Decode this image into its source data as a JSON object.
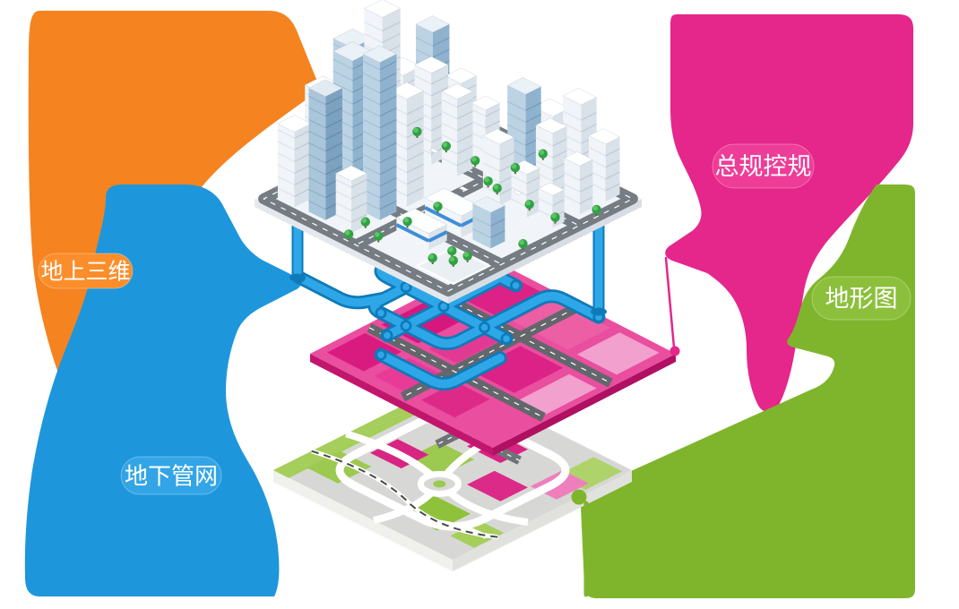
{
  "diagram": {
    "background_color": "#FFFFFF",
    "description_labels": [
      "地上三维",
      "地下管网",
      "总规控规",
      "地形图"
    ],
    "callouts": [
      {
        "id": "above-ground-3d",
        "label": "地上三维",
        "swoosh_color": "#F5831F",
        "pill_color": "#FB8E2B",
        "position": "top-left",
        "connects_to": "city-3d-layer"
      },
      {
        "id": "underground-pipes",
        "label": "地下管网",
        "swoosh_color": "#1E96DC",
        "pill_color": "#33A5E6",
        "position": "bottom-left",
        "connects_to": "pipe-network-layer"
      },
      {
        "id": "master-regulatory-plan",
        "label": "总规控规",
        "swoosh_color": "#E5268A",
        "pill_color": "#EE3D98",
        "position": "top-right",
        "connects_to": "planning-layer"
      },
      {
        "id": "terrain-map",
        "label": "地形图",
        "swoosh_color": "#7FB52C",
        "pill_color": "#8CC03C",
        "position": "right",
        "connects_to": "terrain-map-layer"
      }
    ],
    "layers": [
      {
        "id": "city-3d-layer",
        "order": 1,
        "ground_color": "#F1F4F8",
        "road_color": "#757C83",
        "tree_color": "#2FA244"
      },
      {
        "id": "pipe-network-layer",
        "order": 2,
        "pipe_color": "#2EA7E9",
        "pipe_casing_color": "#0F7AB8"
      },
      {
        "id": "planning-layer",
        "order": 3,
        "base_color": "#E94E9F",
        "road_color": "#63676B",
        "block_colors": [
          "#DC2286",
          "#EC5FA5",
          "#F2A0CD",
          "#D6187E",
          "#E23A92",
          "#D91B80",
          "#E83A97",
          "#DD2A89"
        ]
      },
      {
        "id": "terrain-map-layer",
        "order": 4,
        "base_color": "#D7D8D5",
        "road_color": "#FFFFFF",
        "green_colors": [
          "#9CC94F",
          "#8FC23B",
          "#AED36B",
          "#A5CE5A"
        ],
        "parcel_colors": [
          "#D82482",
          "#DB2A87",
          "#EE7FBC"
        ],
        "railway_color": "#4A4A4A"
      }
    ]
  }
}
